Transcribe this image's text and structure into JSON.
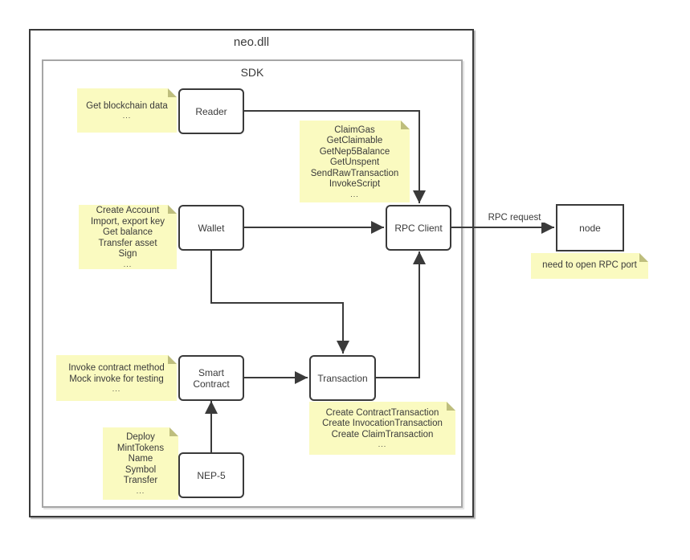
{
  "titles": {
    "outer": "neo.dll",
    "inner": "SDK"
  },
  "boxes": {
    "reader": "Reader",
    "wallet": "Wallet",
    "smart_contract": "Smart Contract",
    "transaction": "Transaction",
    "rpc_client": "RPC Client",
    "nep5": "NEP-5",
    "node": "node"
  },
  "edge_labels": {
    "rpc_request": "RPC request"
  },
  "notes": {
    "reader": {
      "lines": [
        "Get blockchain data",
        "..."
      ]
    },
    "rpc_client": {
      "lines": [
        "ClaimGas",
        "GetClaimable",
        "GetNep5Balance",
        "GetUnspent",
        "SendRawTransaction",
        "InvokeScript",
        "..."
      ]
    },
    "wallet": {
      "lines": [
        "Create Account",
        "Import, export key",
        "Get balance",
        "Transfer asset",
        "Sign",
        "..."
      ]
    },
    "smart_contract": {
      "lines": [
        "Invoke contract method",
        "Mock invoke for testing",
        "..."
      ]
    },
    "nep5": {
      "lines": [
        "Deploy",
        "MintTokens",
        "Name",
        "Symbol",
        "Transfer",
        "..."
      ]
    },
    "transaction": {
      "lines": [
        "Create ContractTransaction",
        "Create InvocationTransaction",
        "Create ClaimTransaction",
        "..."
      ]
    },
    "node": {
      "lines": [
        "need to open RPC port"
      ]
    }
  },
  "colors": {
    "note_bg": "#FAFAC0",
    "note_fold": "#BEBE7D",
    "line": "#3A3A3A",
    "box_border": "#3A3A3A",
    "sdk_border": "#A6A6A6"
  }
}
